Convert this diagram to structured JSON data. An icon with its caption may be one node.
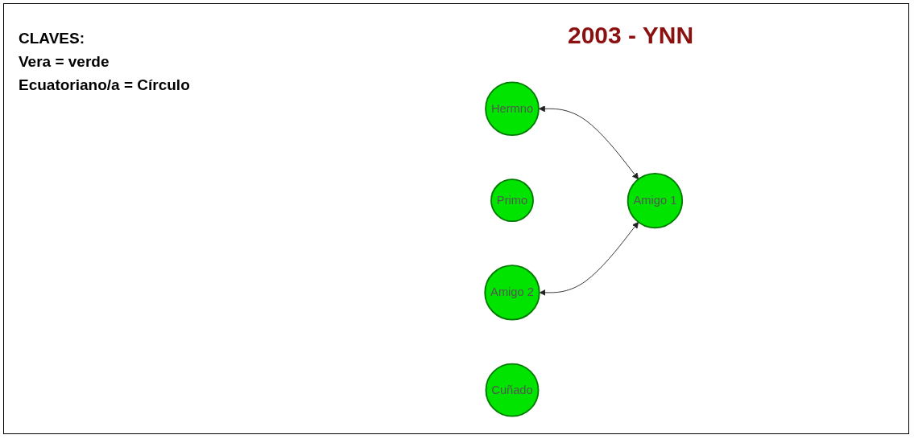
{
  "diagram": {
    "title": "2003 - YNN",
    "nodes": [
      {
        "text": [
          "Hermno"
        ]
      },
      {
        "text": [
          "Primo"
        ]
      },
      {
        "text": [
          "Amigo 2"
        ]
      },
      {
        "text": [
          "Cuñado"
        ]
      },
      {
        "text": [
          "Amigo 1"
        ]
      }
    ],
    "edges": [
      {
        "from": 0,
        "to": 4,
        "arrow": "both"
      },
      {
        "from": 2,
        "to": 4,
        "arrow": "both"
      }
    ],
    "labels": [
      "CLAVES:",
      "Vera = verde",
      "Ecuatoriano/a = Círculo"
    ]
  }
}
